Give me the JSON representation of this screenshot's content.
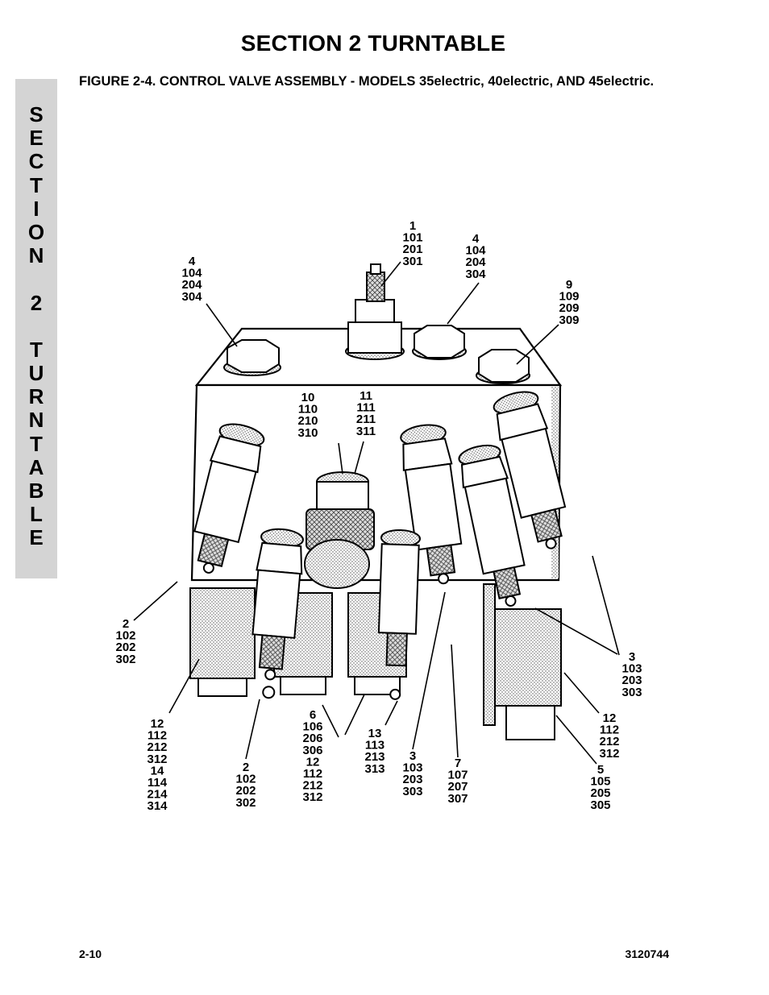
{
  "header": {
    "section_title": "SECTION 2  TURNTABLE"
  },
  "figure": {
    "caption": "FIGURE 2-4.    CONTROL VALVE ASSEMBLY - MODELS 35electric, 40electric, AND 45electric."
  },
  "side_tab": {
    "letters": [
      "S",
      "E",
      "C",
      "T",
      "I",
      "O",
      "N",
      "",
      "2",
      "",
      "T",
      "U",
      "R",
      "N",
      "T",
      "A",
      "B",
      "L",
      "E"
    ]
  },
  "callouts": [
    {
      "id": "c1",
      "lines": [
        "1",
        "101",
        "201",
        "301"
      ]
    },
    {
      "id": "c4a",
      "lines": [
        "4",
        "104",
        "204",
        "304"
      ]
    },
    {
      "id": "c4b",
      "lines": [
        "4",
        "104",
        "204",
        "304"
      ]
    },
    {
      "id": "c9",
      "lines": [
        "9",
        "109",
        "209",
        "309"
      ]
    },
    {
      "id": "c10",
      "lines": [
        "10",
        "110",
        "210",
        "310"
      ]
    },
    {
      "id": "c11",
      "lines": [
        "11",
        "111",
        "211",
        "311"
      ]
    },
    {
      "id": "c2a",
      "lines": [
        "2",
        "102",
        "202",
        "302"
      ]
    },
    {
      "id": "c3a",
      "lines": [
        "3",
        "103",
        "203",
        "303"
      ]
    },
    {
      "id": "c12a",
      "lines": [
        "12",
        "112",
        "212",
        "312"
      ]
    },
    {
      "id": "c12b",
      "lines": [
        "12",
        "112",
        "212",
        "312",
        "14",
        "114",
        "214",
        "314"
      ]
    },
    {
      "id": "c6",
      "lines": [
        "6",
        "106",
        "206",
        "306",
        "12",
        "112",
        "212",
        "312"
      ]
    },
    {
      "id": "c2b",
      "lines": [
        "2",
        "102",
        "202",
        "302"
      ]
    },
    {
      "id": "c13",
      "lines": [
        "13",
        "113",
        "213",
        "313"
      ]
    },
    {
      "id": "c3b",
      "lines": [
        "3",
        "103",
        "203",
        "303"
      ]
    },
    {
      "id": "c7",
      "lines": [
        "7",
        "107",
        "207",
        "307"
      ]
    },
    {
      "id": "c5",
      "lines": [
        "5",
        "105",
        "205",
        "305"
      ]
    }
  ],
  "footer": {
    "page_number": "2-10",
    "doc_number": "3120744"
  }
}
